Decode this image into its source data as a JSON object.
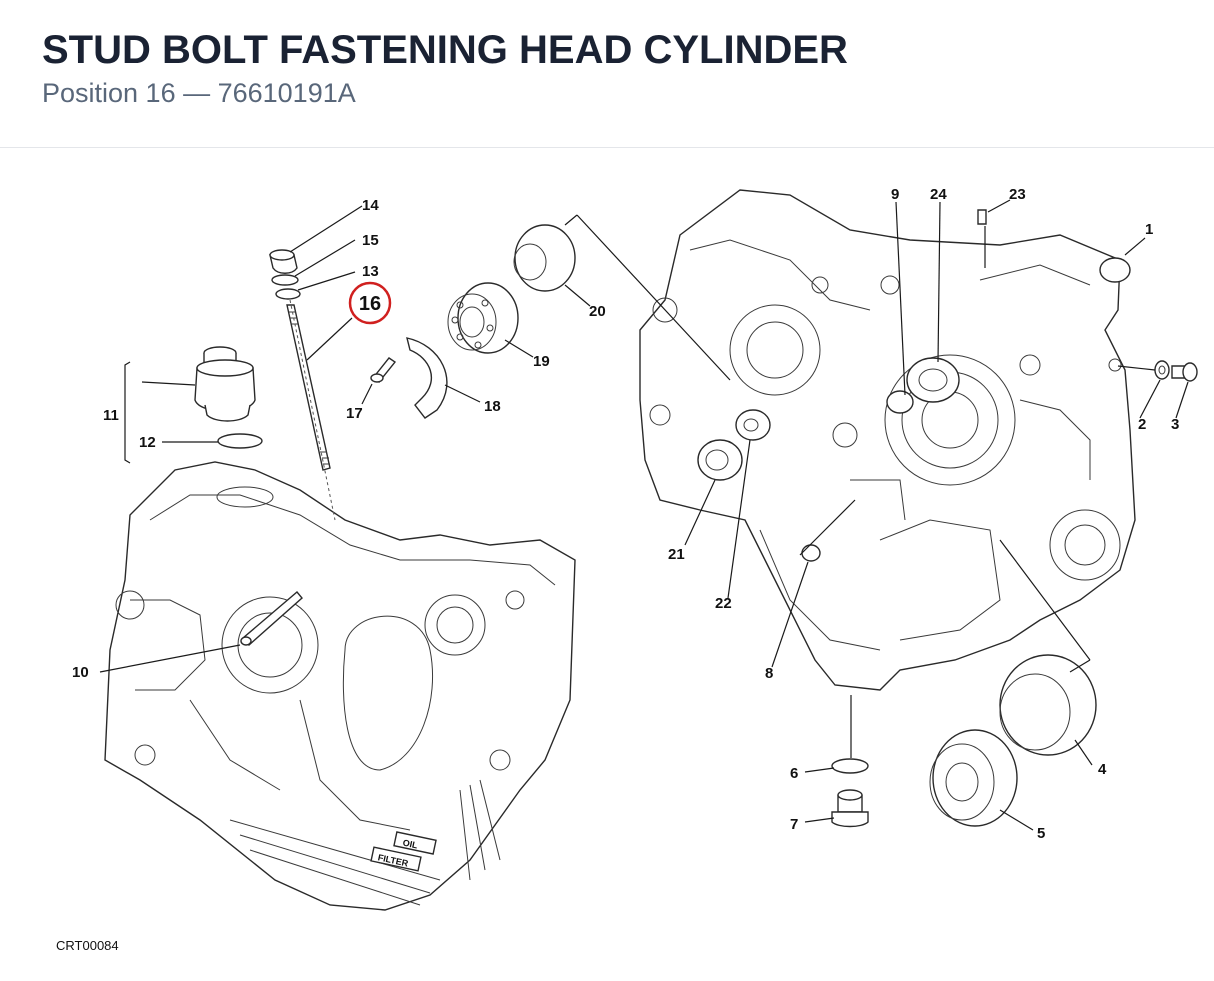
{
  "header": {
    "title": "STUD BOLT FASTENING HEAD CYLINDER",
    "subtitle": "Position 16 — 76610191A"
  },
  "diagram": {
    "drawing_code": "CRT00084",
    "highlight_color": "#d0201f",
    "highlighted_callout": "16",
    "callouts": [
      "1",
      "2",
      "3",
      "4",
      "5",
      "6",
      "7",
      "8",
      "9",
      "10",
      "11",
      "12",
      "13",
      "14",
      "15",
      "16",
      "17",
      "18",
      "19",
      "20",
      "21",
      "22",
      "23",
      "24"
    ],
    "stamped_text": [
      "OIL",
      "FILTER"
    ]
  }
}
